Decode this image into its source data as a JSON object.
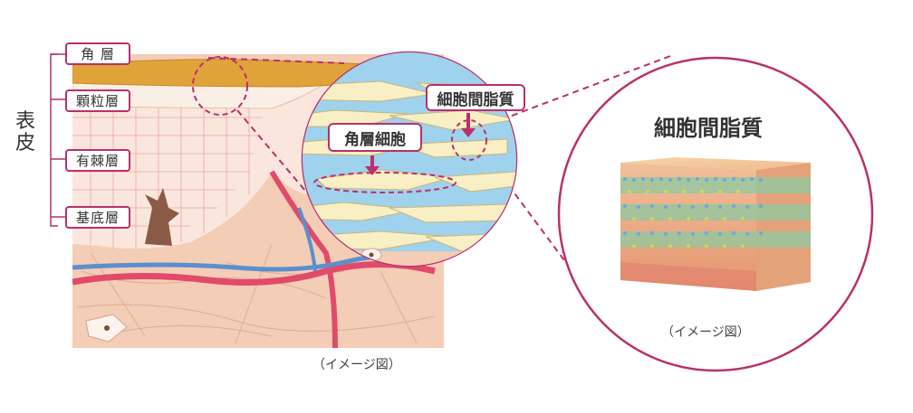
{
  "epidermis_label": "表皮",
  "layers": [
    {
      "label": "角 層"
    },
    {
      "label": "顆粒層"
    },
    {
      "label": "有棘層"
    },
    {
      "label": "基底層"
    }
  ],
  "callouts": {
    "intercellular_lipid": "細胞間脂質",
    "corneocyte": "角層細胞"
  },
  "detail_title": "細胞間脂質",
  "captions": {
    "left": "（イメージ図）",
    "right": "（イメージ図）"
  },
  "colors": {
    "accent": "#b9306b",
    "stratum_corneum": "#e0a33a",
    "dermis": "#eec0a8",
    "blood_vessel_red": "#e04b6a",
    "blood_vessel_blue": "#5a8fd0",
    "lipid_blue": "#9fd2ec"
  }
}
